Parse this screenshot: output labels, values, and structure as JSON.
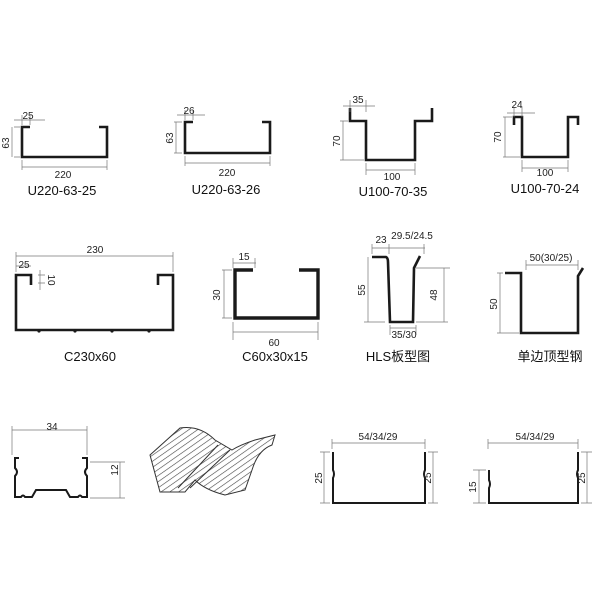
{
  "profiles": [
    {
      "name": "U220-63-25",
      "dims": [
        "25",
        "63",
        "220"
      ]
    },
    {
      "name": "U220-63-26",
      "dims": [
        "26",
        "63",
        "220"
      ]
    },
    {
      "name": "U100-70-35",
      "dims": [
        "35",
        "70",
        "100"
      ]
    },
    {
      "name": "U100-70-24",
      "dims": [
        "24",
        "70",
        "100"
      ]
    },
    {
      "name": "C230x60",
      "dims": [
        "230",
        "25",
        "10"
      ]
    },
    {
      "name": "C60x30x15",
      "dims": [
        "15",
        "30",
        "60"
      ]
    },
    {
      "name": "HLS板型图",
      "dims": [
        "23",
        "29.5/24.5",
        "55",
        "48",
        "35/30"
      ]
    },
    {
      "name": "单边顶型钢",
      "dims": [
        "50(30/25)",
        "50"
      ]
    },
    {
      "dims": [
        "34",
        "12"
      ]
    },
    {
      "dims": []
    },
    {
      "dims": [
        "54/34/29",
        "25",
        "25"
      ]
    },
    {
      "dims": [
        "54/34/29",
        "15",
        "25"
      ]
    }
  ]
}
